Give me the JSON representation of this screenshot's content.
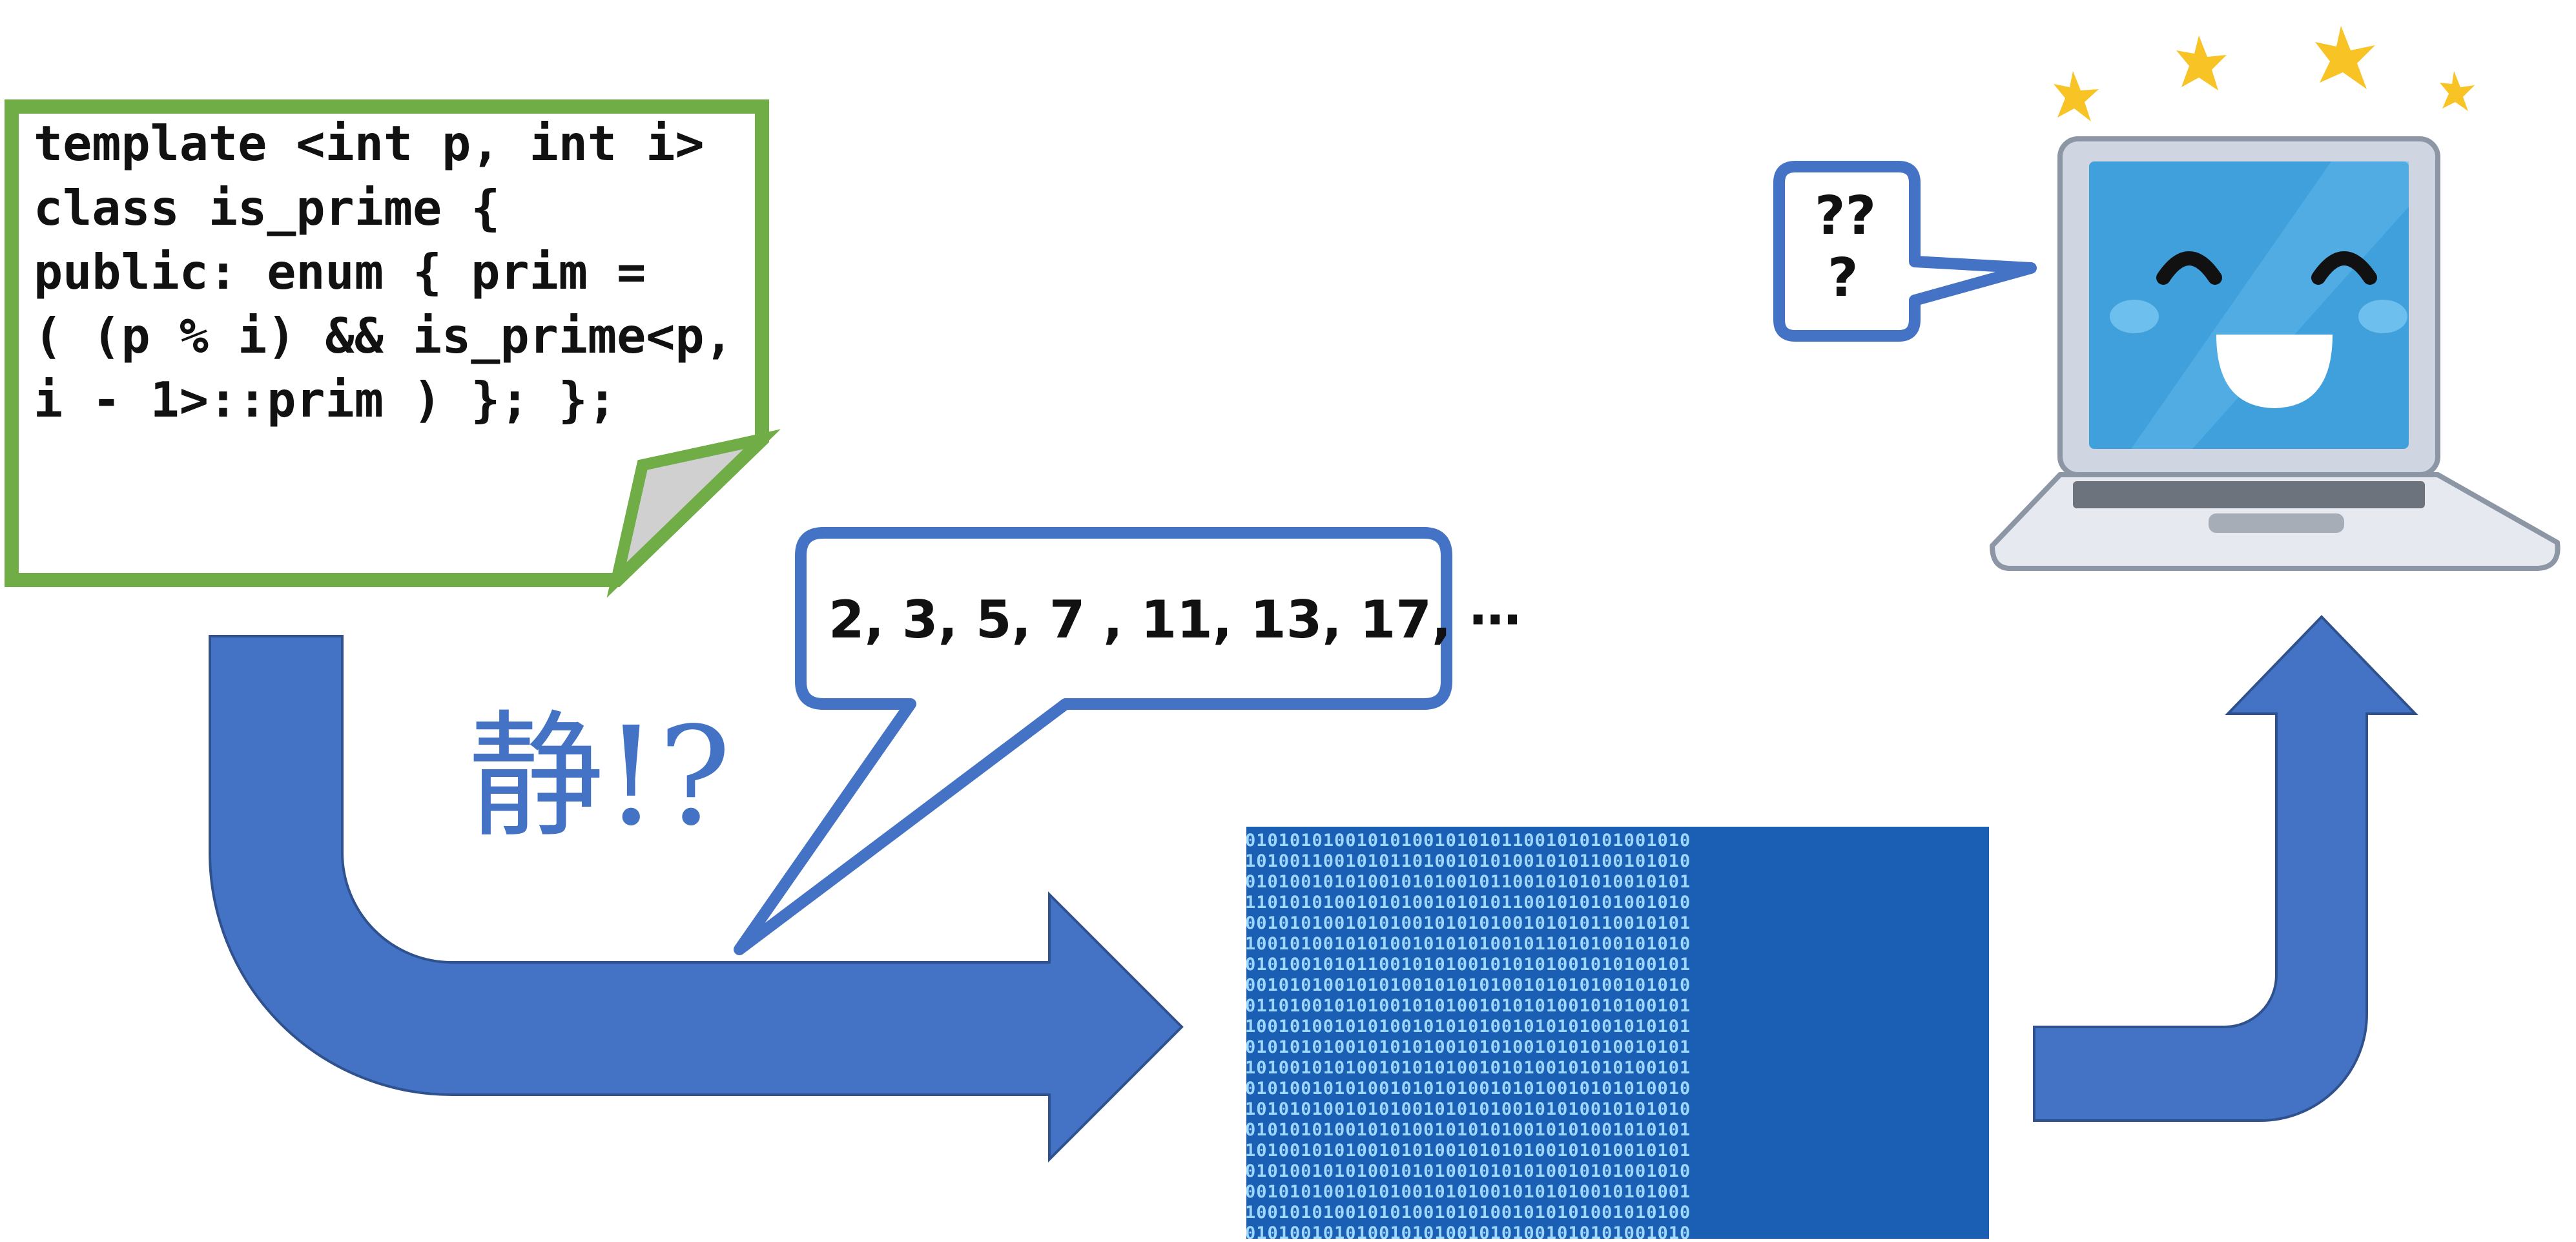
{
  "code_note": {
    "lines": [
      "template <int p, int i>",
      "class is_prime {",
      "public: enum { prim =",
      "( (p % i) && is_prime<p,",
      "i - 1>::prim ) }; };"
    ]
  },
  "exclamation": "静!?",
  "speech_sequence": "2, 3, 5, 7 , 11, 13, 17, ⋯",
  "laptop_bubble": {
    "lines": [
      "??",
      "?"
    ]
  },
  "binary_rows": [
    "0101010100101010010101011001010101001010",
    "1010011001010110100101010010101100101010",
    "0101001010100101010010110010101010010101",
    "1101010100101010010101011001010101001010",
    "0010101001010100101010100101010110010101",
    "1001010010101001010101001011010100101010",
    "0101001010110010101001010101001010100101",
    "0010101001010100101010100101010100101010",
    "0110100101010010101001010101001010100101",
    "1001010010101001010101001010101001010101",
    "0101010100101010100101010010101010010101",
    "1010010101001010101001010100101010100101",
    "0101001010100101010100101010010101010010",
    "1010101001010100101010100101010010101010",
    "0101010100101010010101010010101001010101",
    "1010010101001010100101010100101010010101",
    "0101001010100101010010101010010101001010",
    "0010101001010100101010010101010010101001",
    "1001010100101010010101001010101001010100",
    "0101001010100101010010101001010101001010"
  ],
  "colors": {
    "arrow_blue": "#4472c4",
    "note_green": "#70ad47",
    "bubble_blue": "#4472c4",
    "star_yellow": "#f7c325",
    "screen_blue": "#3fa0dc",
    "binary_bg": "#1a5fb4"
  },
  "icons": {
    "laptop": "smiling-laptop-icon",
    "stars": "sparkle-icon"
  }
}
